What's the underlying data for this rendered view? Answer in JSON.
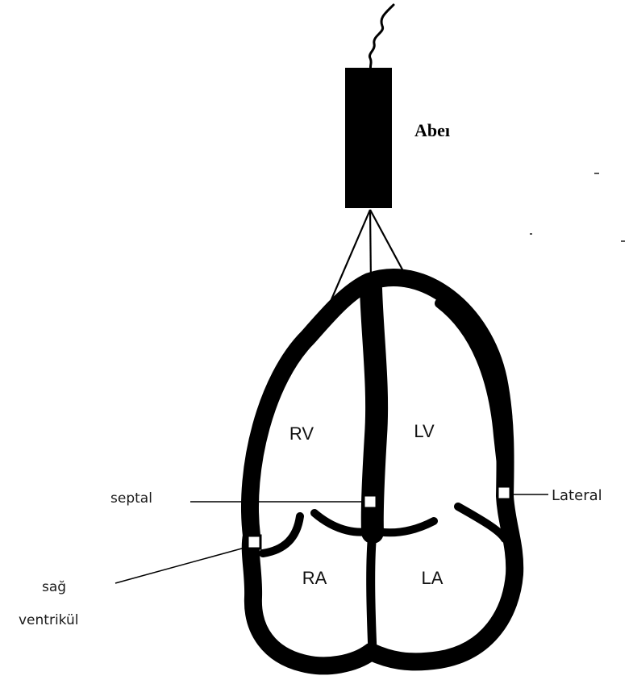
{
  "probe": {
    "label": "Abeı"
  },
  "chambers": {
    "rv": "RV",
    "lv": "LV",
    "ra": "RA",
    "la": "LA"
  },
  "annotations": {
    "septal": "septal",
    "lateral": "Lateral",
    "right_ventricle_line1": "sağ",
    "right_ventricle_line2": "ventrikül"
  },
  "colors": {
    "ink": "#000000",
    "background": "#ffffff"
  }
}
